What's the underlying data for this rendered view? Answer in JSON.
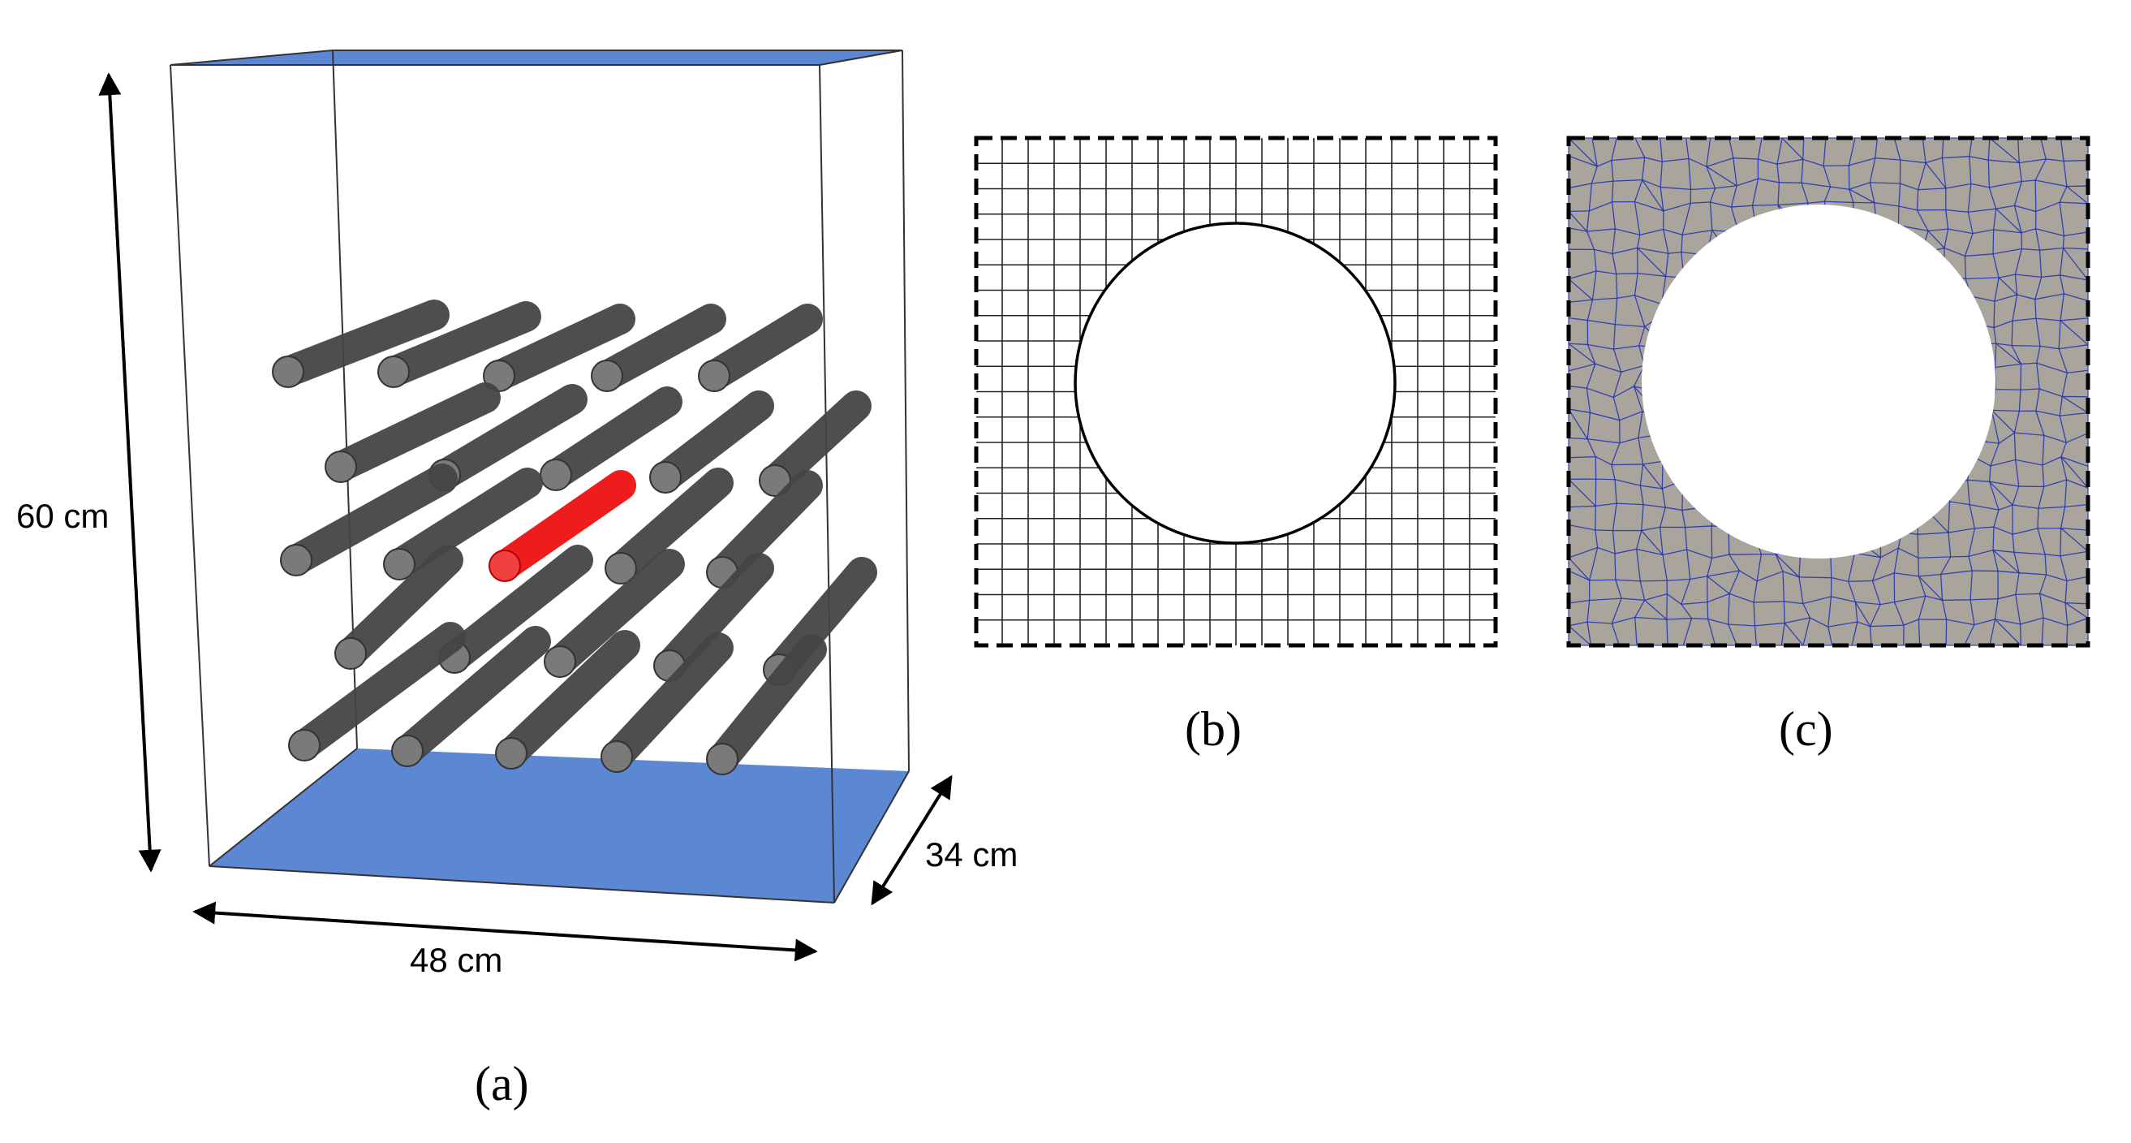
{
  "panel_a": {
    "label": "(a)",
    "dims": {
      "height": "60 cm",
      "width": "48 cm",
      "depth": "34 cm"
    },
    "colors": {
      "plate": "#5b87d3",
      "rod": "#4a4a4a",
      "rod_end": "#777777",
      "highlight_rod": "#ee1c1c"
    }
  },
  "panel_b": {
    "label": "(b)"
  },
  "panel_c": {
    "label": "(c)",
    "colors": {
      "mesh_fill": "#a9a59d",
      "mesh_line": "#1f2fb0"
    }
  }
}
